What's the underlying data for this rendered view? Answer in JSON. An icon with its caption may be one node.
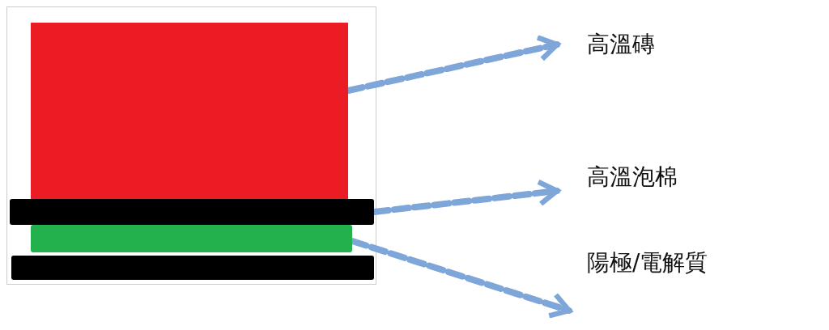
{
  "diagram": {
    "nodes": [
      {
        "text": [],
        "shape": "box"
      },
      {
        "text": [],
        "shape": "bar"
      },
      {
        "text": [],
        "shape": "bar"
      },
      {
        "text": [],
        "shape": "bar"
      },
      {
        "text": [
          "高溫磚"
        ]
      },
      {
        "text": [
          "高溫泡棉"
        ]
      },
      {
        "text": [
          "陽極/電解質"
        ]
      }
    ],
    "edges": [
      {
        "from": 0,
        "to": 4,
        "arrow": "to",
        "style": "dashed"
      },
      {
        "from": 1,
        "to": 5,
        "arrow": "to",
        "style": "dashed"
      },
      {
        "from": 2,
        "to": 6,
        "arrow": "to",
        "style": "dashed"
      }
    ]
  }
}
